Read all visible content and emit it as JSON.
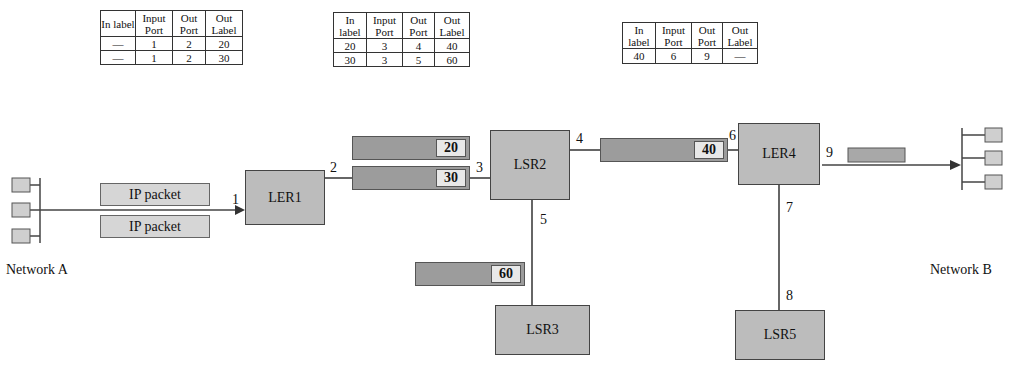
{
  "diagram": {
    "nodes": [
      {
        "text": [
          "IP packet"
        ]
      },
      {
        "text": [
          "IP packet"
        ]
      },
      {
        "text": [
          "LER1"
        ]
      },
      {
        "text": [
          "20"
        ]
      },
      {
        "text": [
          "30"
        ]
      },
      {
        "text": [
          "LSR2"
        ]
      },
      {
        "text": [
          "40"
        ]
      },
      {
        "text": [
          "LER4"
        ]
      },
      {
        "text": [
          "60"
        ]
      },
      {
        "text": [
          "LSR3"
        ]
      },
      {
        "text": [
          "LSR5"
        ]
      }
    ],
    "edges": [
      {
        "from": 2,
        "to": 5,
        "arrow": "none"
      },
      {
        "from": 5,
        "to": 7,
        "arrow": "none"
      },
      {
        "from": 5,
        "to": 9,
        "arrow": "none"
      },
      {
        "from": 7,
        "to": 10,
        "arrow": "none"
      }
    ],
    "labels": [
      "In label",
      "Input Port",
      "Out Port",
      "Out Label",
      "—",
      "1",
      "2",
      "20",
      "—",
      "1",
      "2",
      "30",
      "In label",
      "Input Port",
      "Out Port",
      "Out Label",
      "20",
      "3",
      "4",
      "40",
      "30",
      "3",
      "5",
      "60",
      "In label",
      "Input Port",
      "Out Port",
      "Out Label",
      "40",
      "6",
      "9",
      "—",
      "1",
      "2",
      "3",
      "4",
      "5",
      "6",
      "7",
      "8",
      "9",
      "Network A",
      "Network B"
    ]
  }
}
